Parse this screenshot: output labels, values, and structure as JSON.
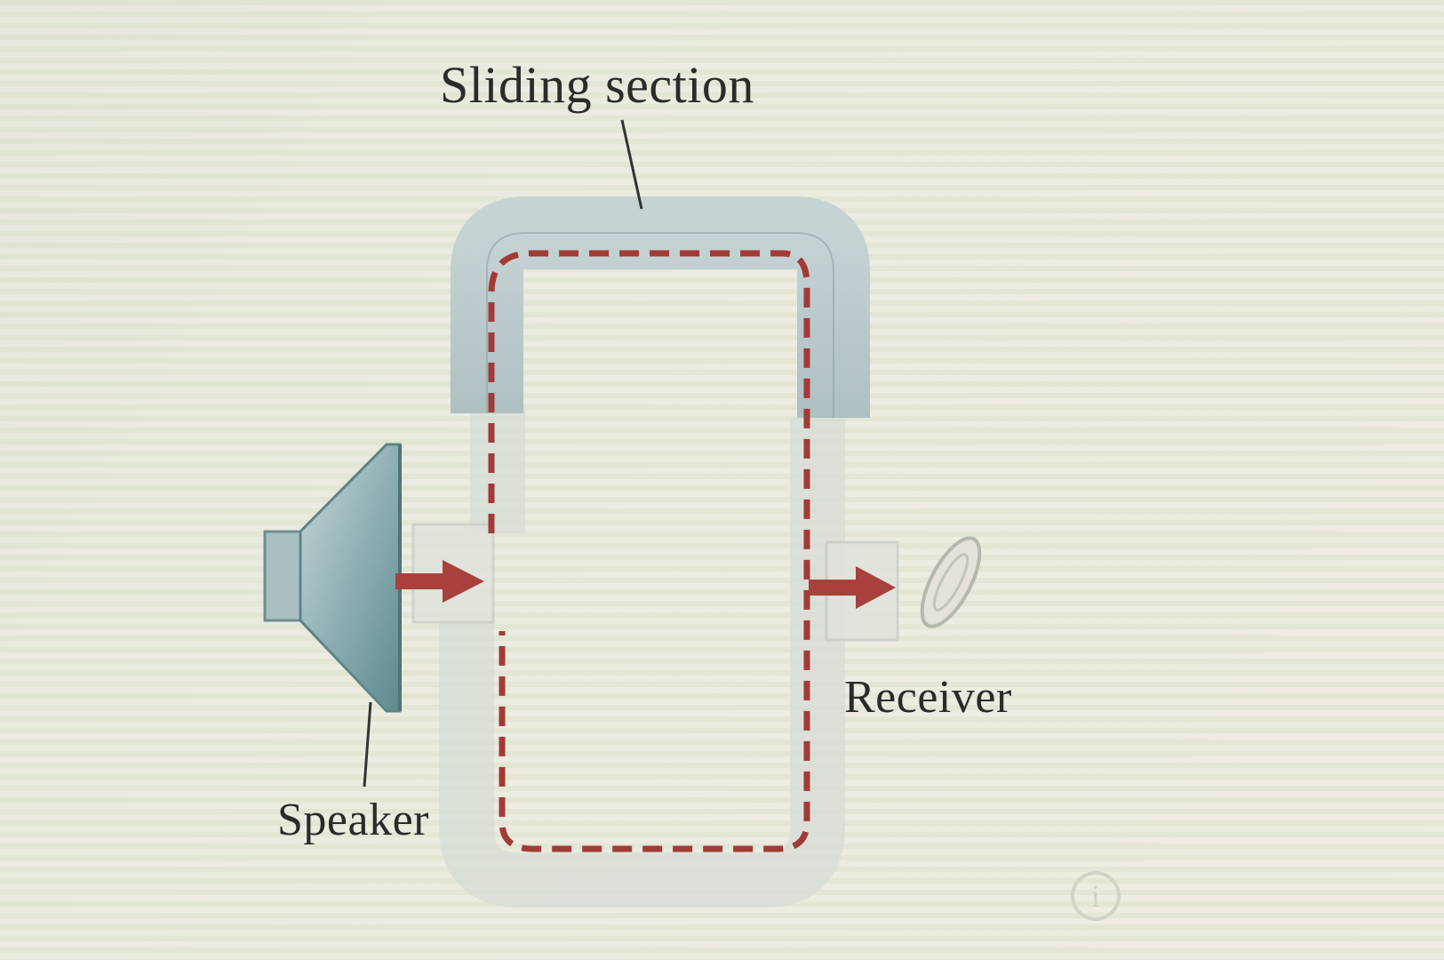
{
  "labels": {
    "sliding_section": "Sliding section",
    "receiver": "Receiver",
    "speaker": "Speaker"
  },
  "info_button": {
    "glyph": "i",
    "icon": "info-icon"
  },
  "colors": {
    "tube": "#b9c9cc",
    "tube_edge": "#8da2a6",
    "sound_path": "#a23a36",
    "arrow": "#a8413c",
    "speaker_cone": "#9fb8bc",
    "text": "#2b2b2b"
  }
}
